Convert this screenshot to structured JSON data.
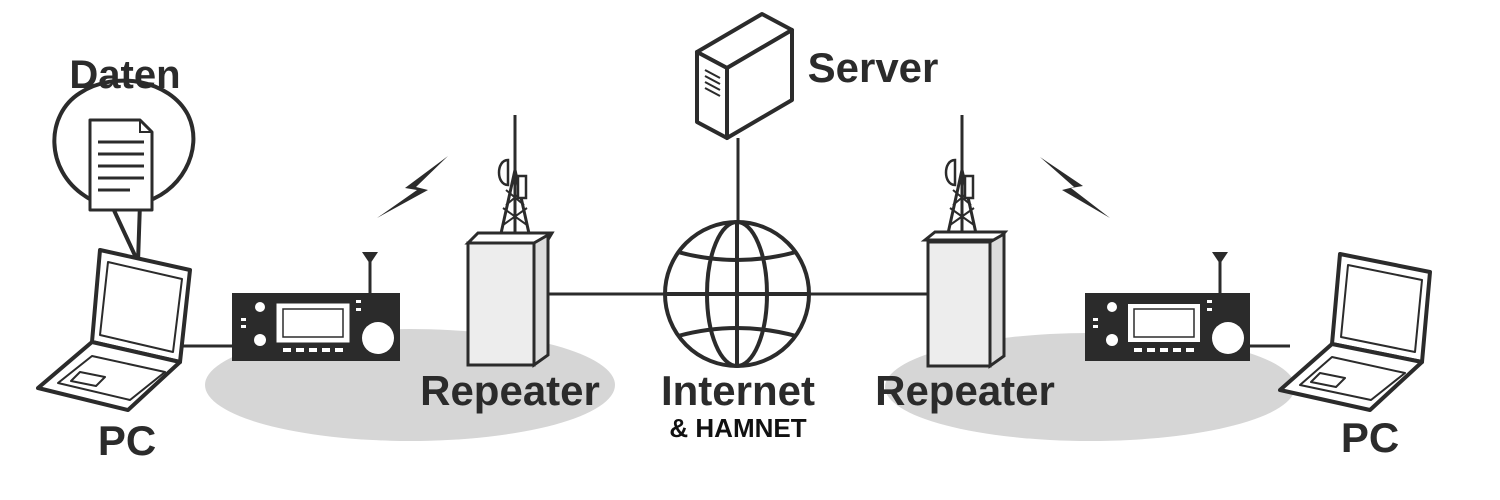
{
  "labels": {
    "data": "Daten",
    "server": "Server",
    "repeater_left": "Repeater",
    "repeater_right": "Repeater",
    "internet": "Internet",
    "hamnet": "& HAMNET",
    "pc_left": "PC",
    "pc_right": "PC"
  },
  "colors": {
    "stroke": "#2b2b2b",
    "fill_light": "#ededed",
    "coverage": "#d6d6d6",
    "text": "#2b2b2b"
  }
}
